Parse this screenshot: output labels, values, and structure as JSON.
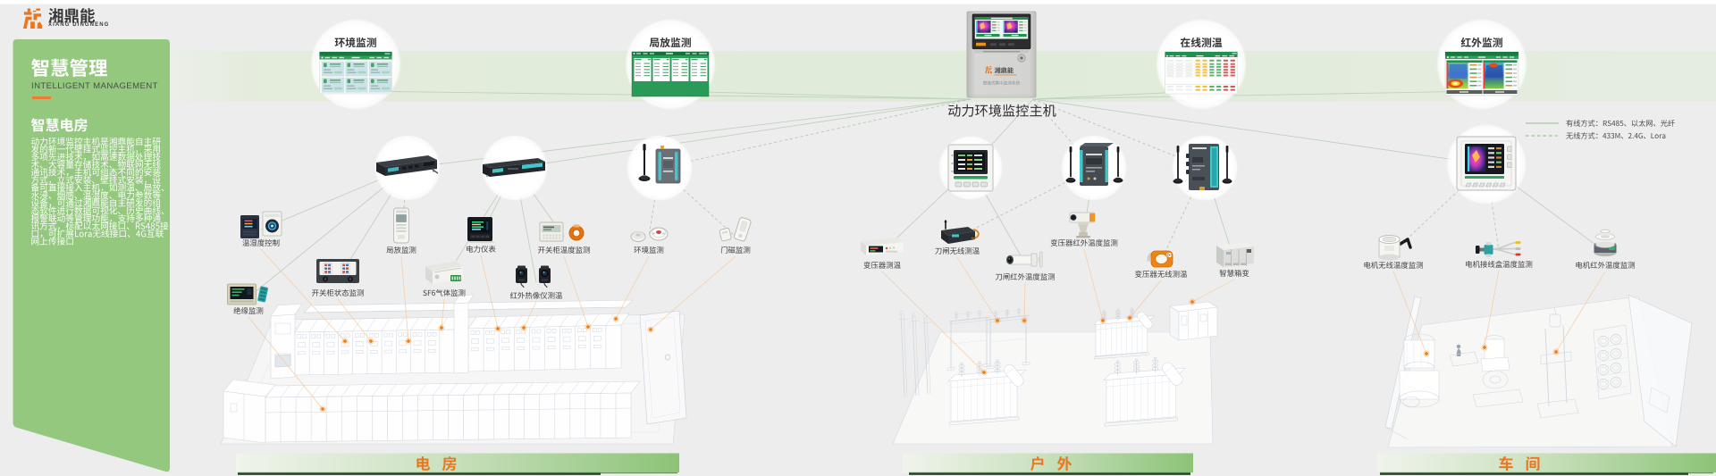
{
  "logo": {
    "name": "湘鼎能",
    "name_en": "XIANG DINGNENG"
  },
  "sidebar": {
    "title": "智慧管理",
    "subtitle": "INTELLIGENT MANAGEMENT",
    "section": "智慧电房",
    "description": "动力环境监控主机是湘鼎能自主研发的新一代壁挂式监控主机，采用多项先进技术，如高速数据处理技术、大容量存储技术、物联网无线通讯技术，主机可组态不同的安装方式，立式安装、壁挂式安装，设备可直接接入主机，如测温、局放、水浸、烟感、温湿度、电力参数等设备，可通过湘鼎能自主研发的组态软件进行数据可视化、历史曲线、报警联动等管理功能，支持多种通讯方式，标配以太网接口、RS485接口，可扩展Lora无线接口、4G互联网上传接口"
  },
  "host": {
    "label": "动力环境监控主机",
    "device_brand": "湘鼎能",
    "device_caption": "壁挂式集中监测系统"
  },
  "top_nodes": [
    {
      "label": "环境监测"
    },
    {
      "label": "局放监测"
    },
    {
      "label": "在线测温"
    },
    {
      "label": "红外监测"
    }
  ],
  "legend": {
    "wired": {
      "label": "有线方式：RS485、以太网、光纤",
      "style": "solid"
    },
    "wireless": {
      "label": "无线方式：433M、2.4G、Lora",
      "style": "dashed"
    }
  },
  "zones": [
    {
      "name": "电房",
      "devices": [
        {
          "label": "温湿度控制"
        },
        {
          "label": "局放监测"
        },
        {
          "label": "电力仪表"
        },
        {
          "label": "开关柜温度监测"
        },
        {
          "label": "环境监测"
        },
        {
          "label": "门磁监测"
        },
        {
          "label": "开关柜状态监测"
        },
        {
          "label": "SF6气体监测"
        },
        {
          "label": "红外热像仪测温"
        },
        {
          "label": "绝缘监测"
        }
      ]
    },
    {
      "name": "户外",
      "devices": [
        {
          "label": "变压器测温"
        },
        {
          "label": "刀闸无线测温"
        },
        {
          "label": "刀闸红外温度监测"
        },
        {
          "label": "变压器红外温度监测"
        },
        {
          "label": "变压器无线测温"
        },
        {
          "label": "智慧箱变"
        }
      ]
    },
    {
      "name": "车间",
      "devices": [
        {
          "label": "电机无线温度监测"
        },
        {
          "label": "电机接线盒温度监测"
        },
        {
          "label": "电机红外温度监测"
        }
      ]
    }
  ],
  "colors": {
    "sidebar_green": "#94c87f",
    "band_green": "#dcead4",
    "accent_orange": "#e87722",
    "dashboard_green": "#21914f",
    "line_green": "#aec6ae"
  }
}
